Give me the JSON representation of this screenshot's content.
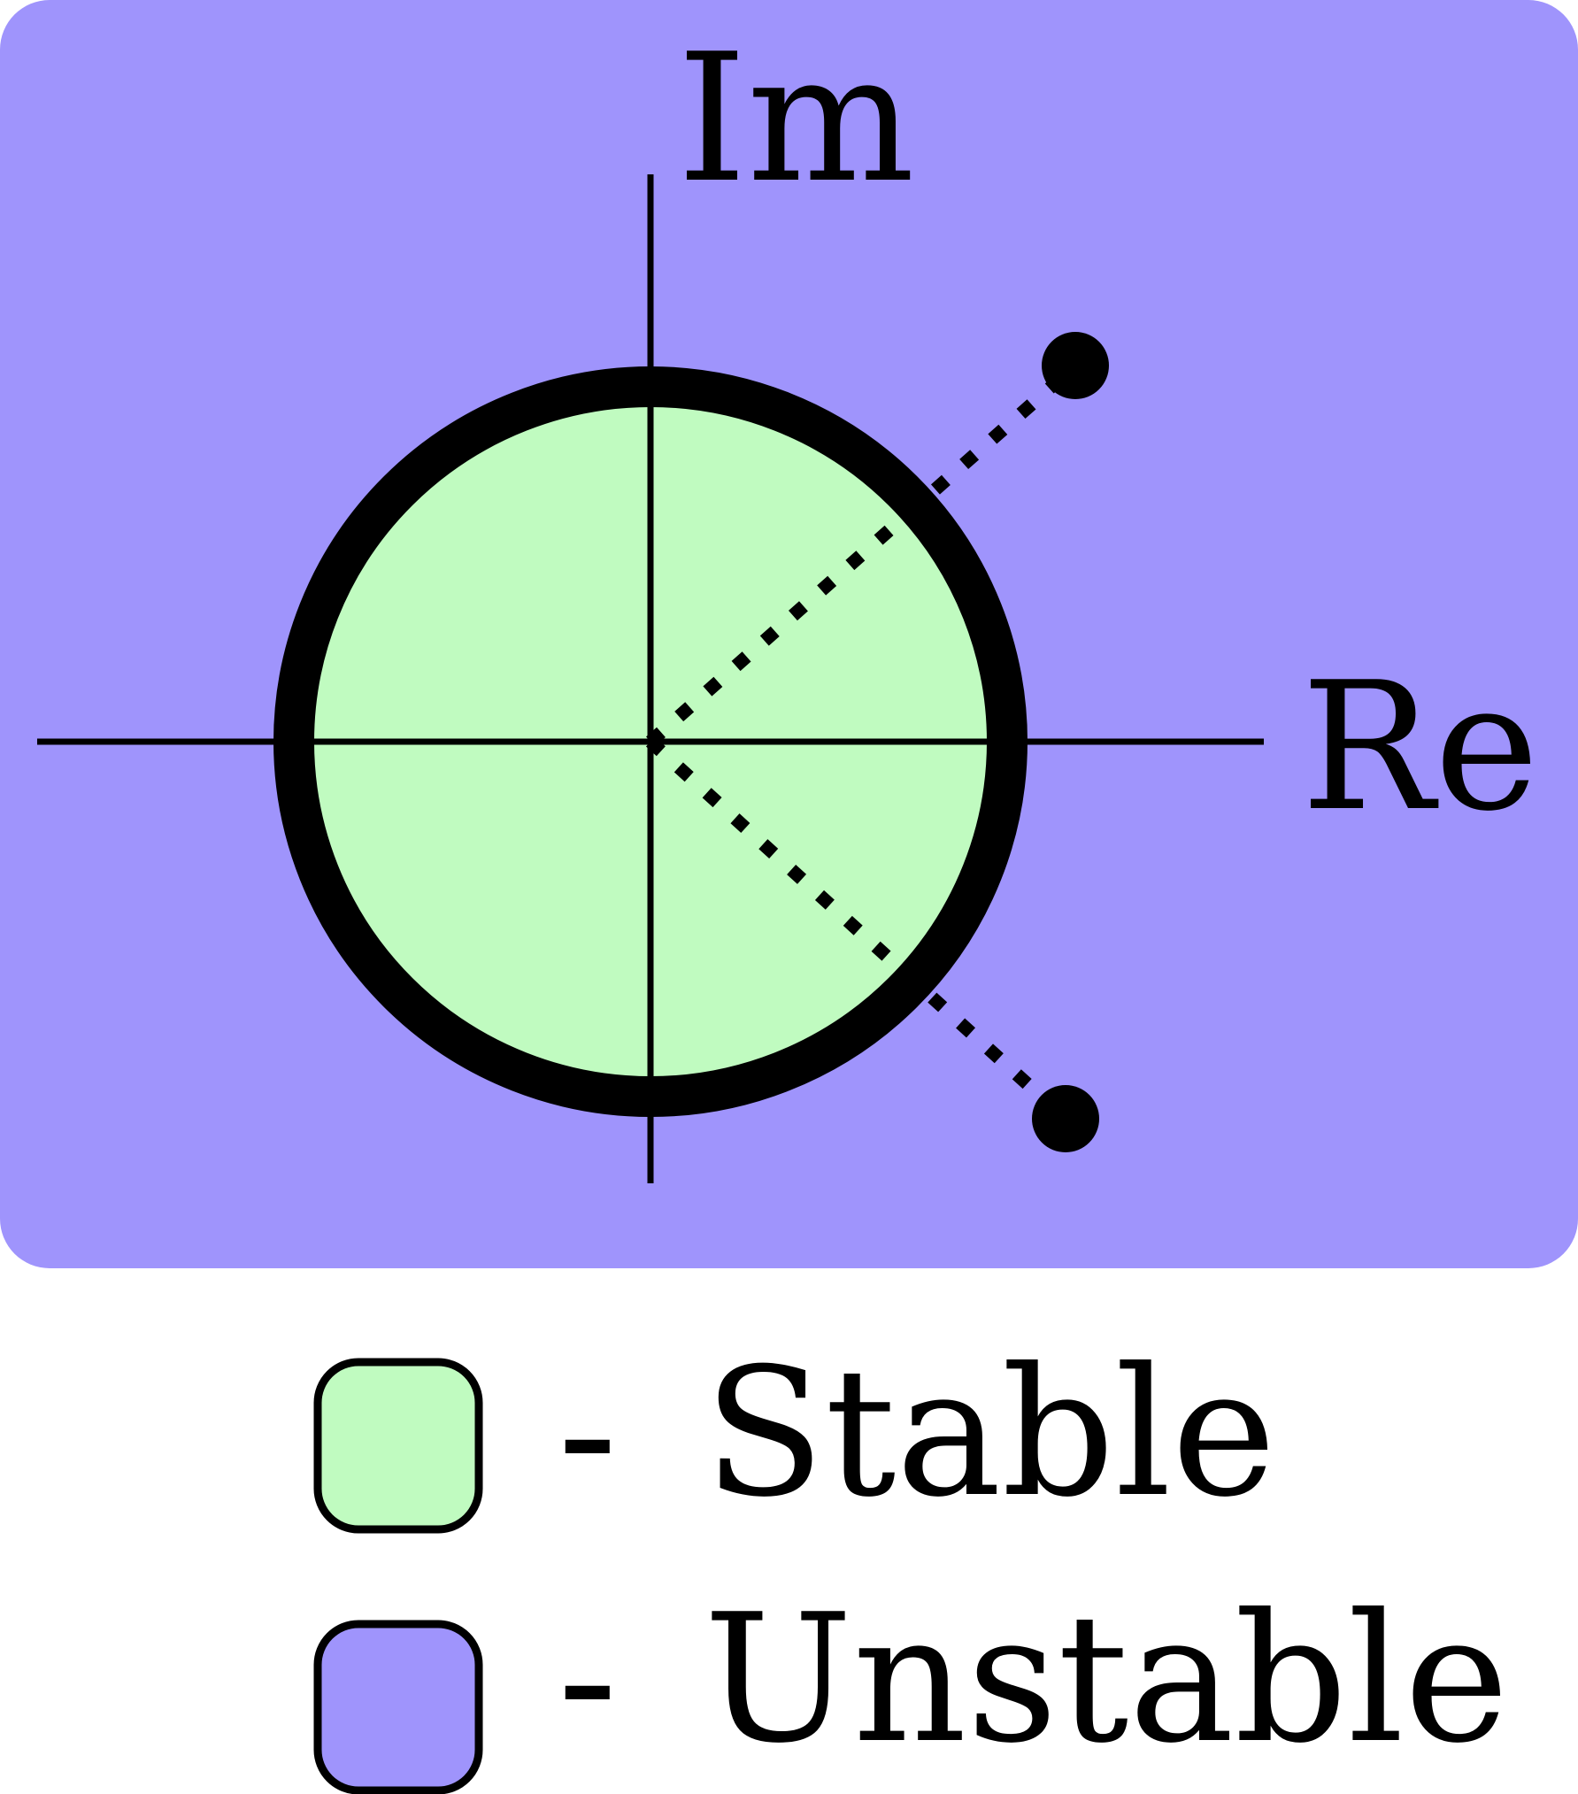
{
  "colors": {
    "stable": "#c0fbc0",
    "unstable": "#9f94fc",
    "ink": "#000000",
    "background": "#ffffff"
  },
  "axes": {
    "imaginary_label": "Im",
    "real_label": "Re"
  },
  "legend": {
    "items": [
      {
        "dash": "-",
        "label": "Stable",
        "color": "#c0fbc0"
      },
      {
        "dash": "-",
        "label": "Unstable",
        "color": "#9f94fc"
      }
    ]
  }
}
